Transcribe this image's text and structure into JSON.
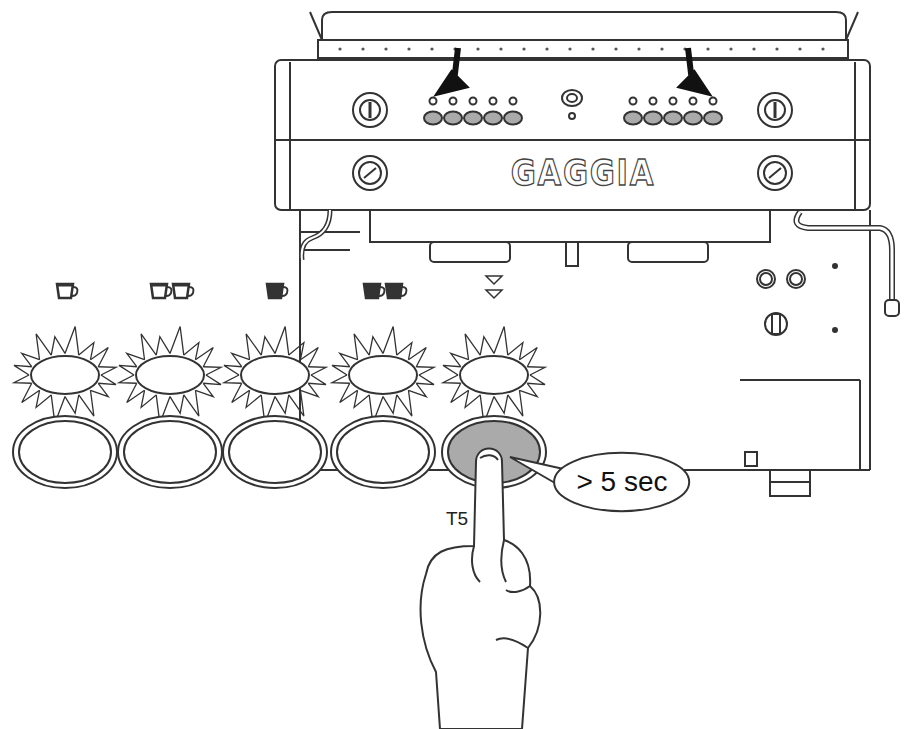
{
  "diagram": {
    "nodes": [
      {
        "text": [
          "> 5 sec"
        ]
      }
    ],
    "labels": [
      "GAGGIA",
      "T5"
    ]
  }
}
